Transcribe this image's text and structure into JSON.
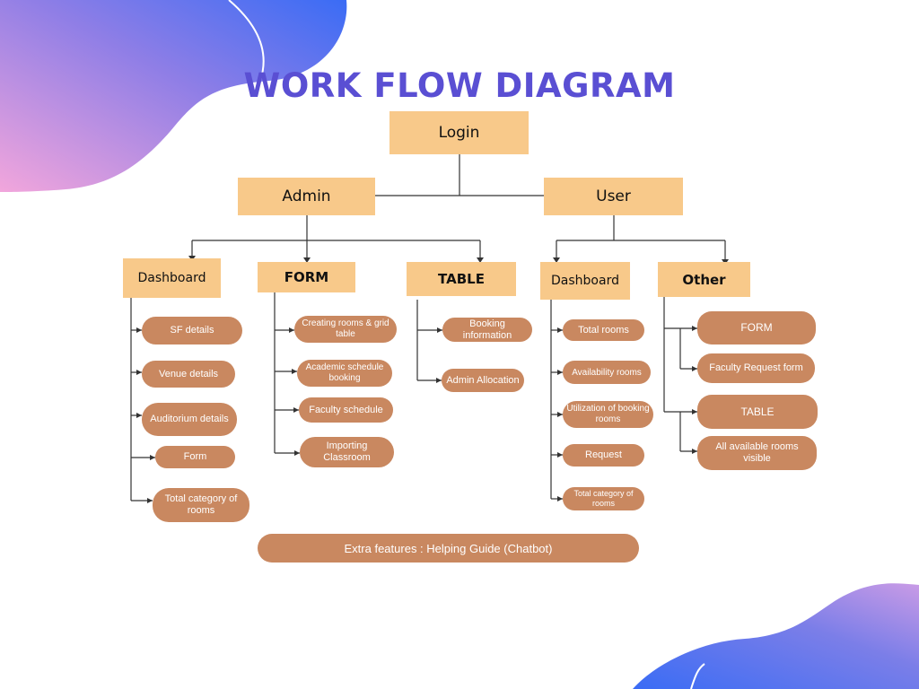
{
  "title": "WORK FLOW DIAGRAM",
  "nodes": {
    "login": "Login",
    "admin": "Admin",
    "user": "User",
    "admin_dashboard": "Dashboard",
    "admin_form": "FORM",
    "admin_table": "TABLE",
    "user_dashboard": "Dashboard",
    "user_other": "Other"
  },
  "admin_dashboard_items": [
    "SF details",
    "Venue details",
    "Auditorium details",
    "Form",
    "Total category of rooms"
  ],
  "admin_form_items": [
    "Creating rooms & grid table",
    "Academic schedule booking",
    "Faculty schedule",
    "Importing Classroom"
  ],
  "admin_table_items": [
    "Booking information",
    "Admin Allocation"
  ],
  "user_dashboard_items": [
    "Total rooms",
    "Availability rooms",
    "Utilization of booking rooms",
    "Request",
    "Total category of rooms"
  ],
  "user_other_items": [
    "FORM",
    "Faculty Request form",
    "TABLE",
    "All available rooms visible"
  ],
  "footer": "Extra features : Helping Guide (Chatbot)",
  "colors": {
    "title": "#5a4fd3",
    "header_box": "#f8c98a",
    "item_pill": "#c98860",
    "line": "#333333",
    "blob_left": "#e9a3e0",
    "blob_right": "#3a6cf5"
  }
}
